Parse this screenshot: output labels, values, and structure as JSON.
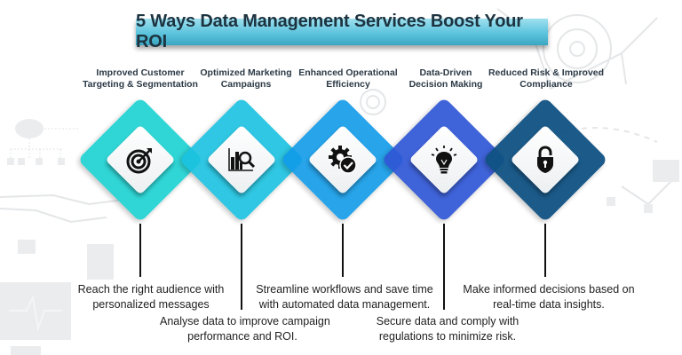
{
  "title": "5 Ways Data Management Services Boost Your ROI",
  "items": [
    {
      "heading_line1": "Improved Customer",
      "heading_line2": "Targeting & Segmentation",
      "icon": "target-icon",
      "color": "#1fd3d3",
      "description_line1": "Reach the right audience with",
      "description_line2": "personalized messages"
    },
    {
      "heading_line1": "Optimized Marketing",
      "heading_line2": "Campaigns",
      "icon": "chart-search-icon",
      "color": "#19c2e0",
      "description_line1": "Analyse data to improve campaign",
      "description_line2": "performance and ROI."
    },
    {
      "heading_line1": "Enhanced Operational",
      "heading_line2": "Efficiency",
      "icon": "gear-check-icon",
      "color": "#109be8",
      "description_line1": "Streamline workflows and save time",
      "description_line2": "with automated data management."
    },
    {
      "heading_line1": "Data-Driven",
      "heading_line2": "Decision Making",
      "icon": "lightbulb-icon",
      "color": "#2f56d6",
      "description_line1": "Secure data and comply with",
      "description_line2": "regulations to minimize risk."
    },
    {
      "heading_line1": "Reduced Risk & Improved",
      "heading_line2": "Compliance",
      "icon": "padlock-icon",
      "color": "#0f5283",
      "description_line1": "Make informed decisions based on",
      "description_line2": "real-time data insights."
    }
  ]
}
